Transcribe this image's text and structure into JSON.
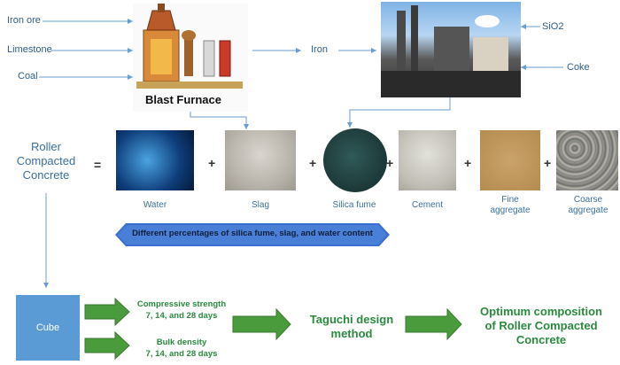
{
  "inputs_left": [
    "Iron ore",
    "Limestone",
    "Coal"
  ],
  "blast_furnace_label": "Blast Furnace",
  "iron_label": "Iron",
  "inputs_right": [
    "SiO2",
    "Coke"
  ],
  "rcc_label": [
    "Roller",
    "Compacted",
    "Concrete"
  ],
  "equals": "=",
  "plus": "+",
  "materials": [
    {
      "name": "Water"
    },
    {
      "name": "Slag"
    },
    {
      "name": "Silica fume"
    },
    {
      "name": "Cement"
    },
    {
      "name": "Fine\naggregate"
    },
    {
      "name": "Coarse\naggregate"
    }
  ],
  "banner": "Different percentages of silica fume, slag, and water content",
  "cube_label": "Cube",
  "tests": [
    "Compressive strength\n7, 14, and 28 days",
    "Bulk density\n7, 14, and 28 days"
  ],
  "method": "Taguchi design\nmethod",
  "result": "Optimum composition\nof Roller Compacted\nConcrete",
  "colors": {
    "blue_text": "#3b6f9e",
    "green": "#2a8a3e",
    "banner_blue": "#3b6fcf",
    "cube_blue": "#5b9bd5"
  }
}
